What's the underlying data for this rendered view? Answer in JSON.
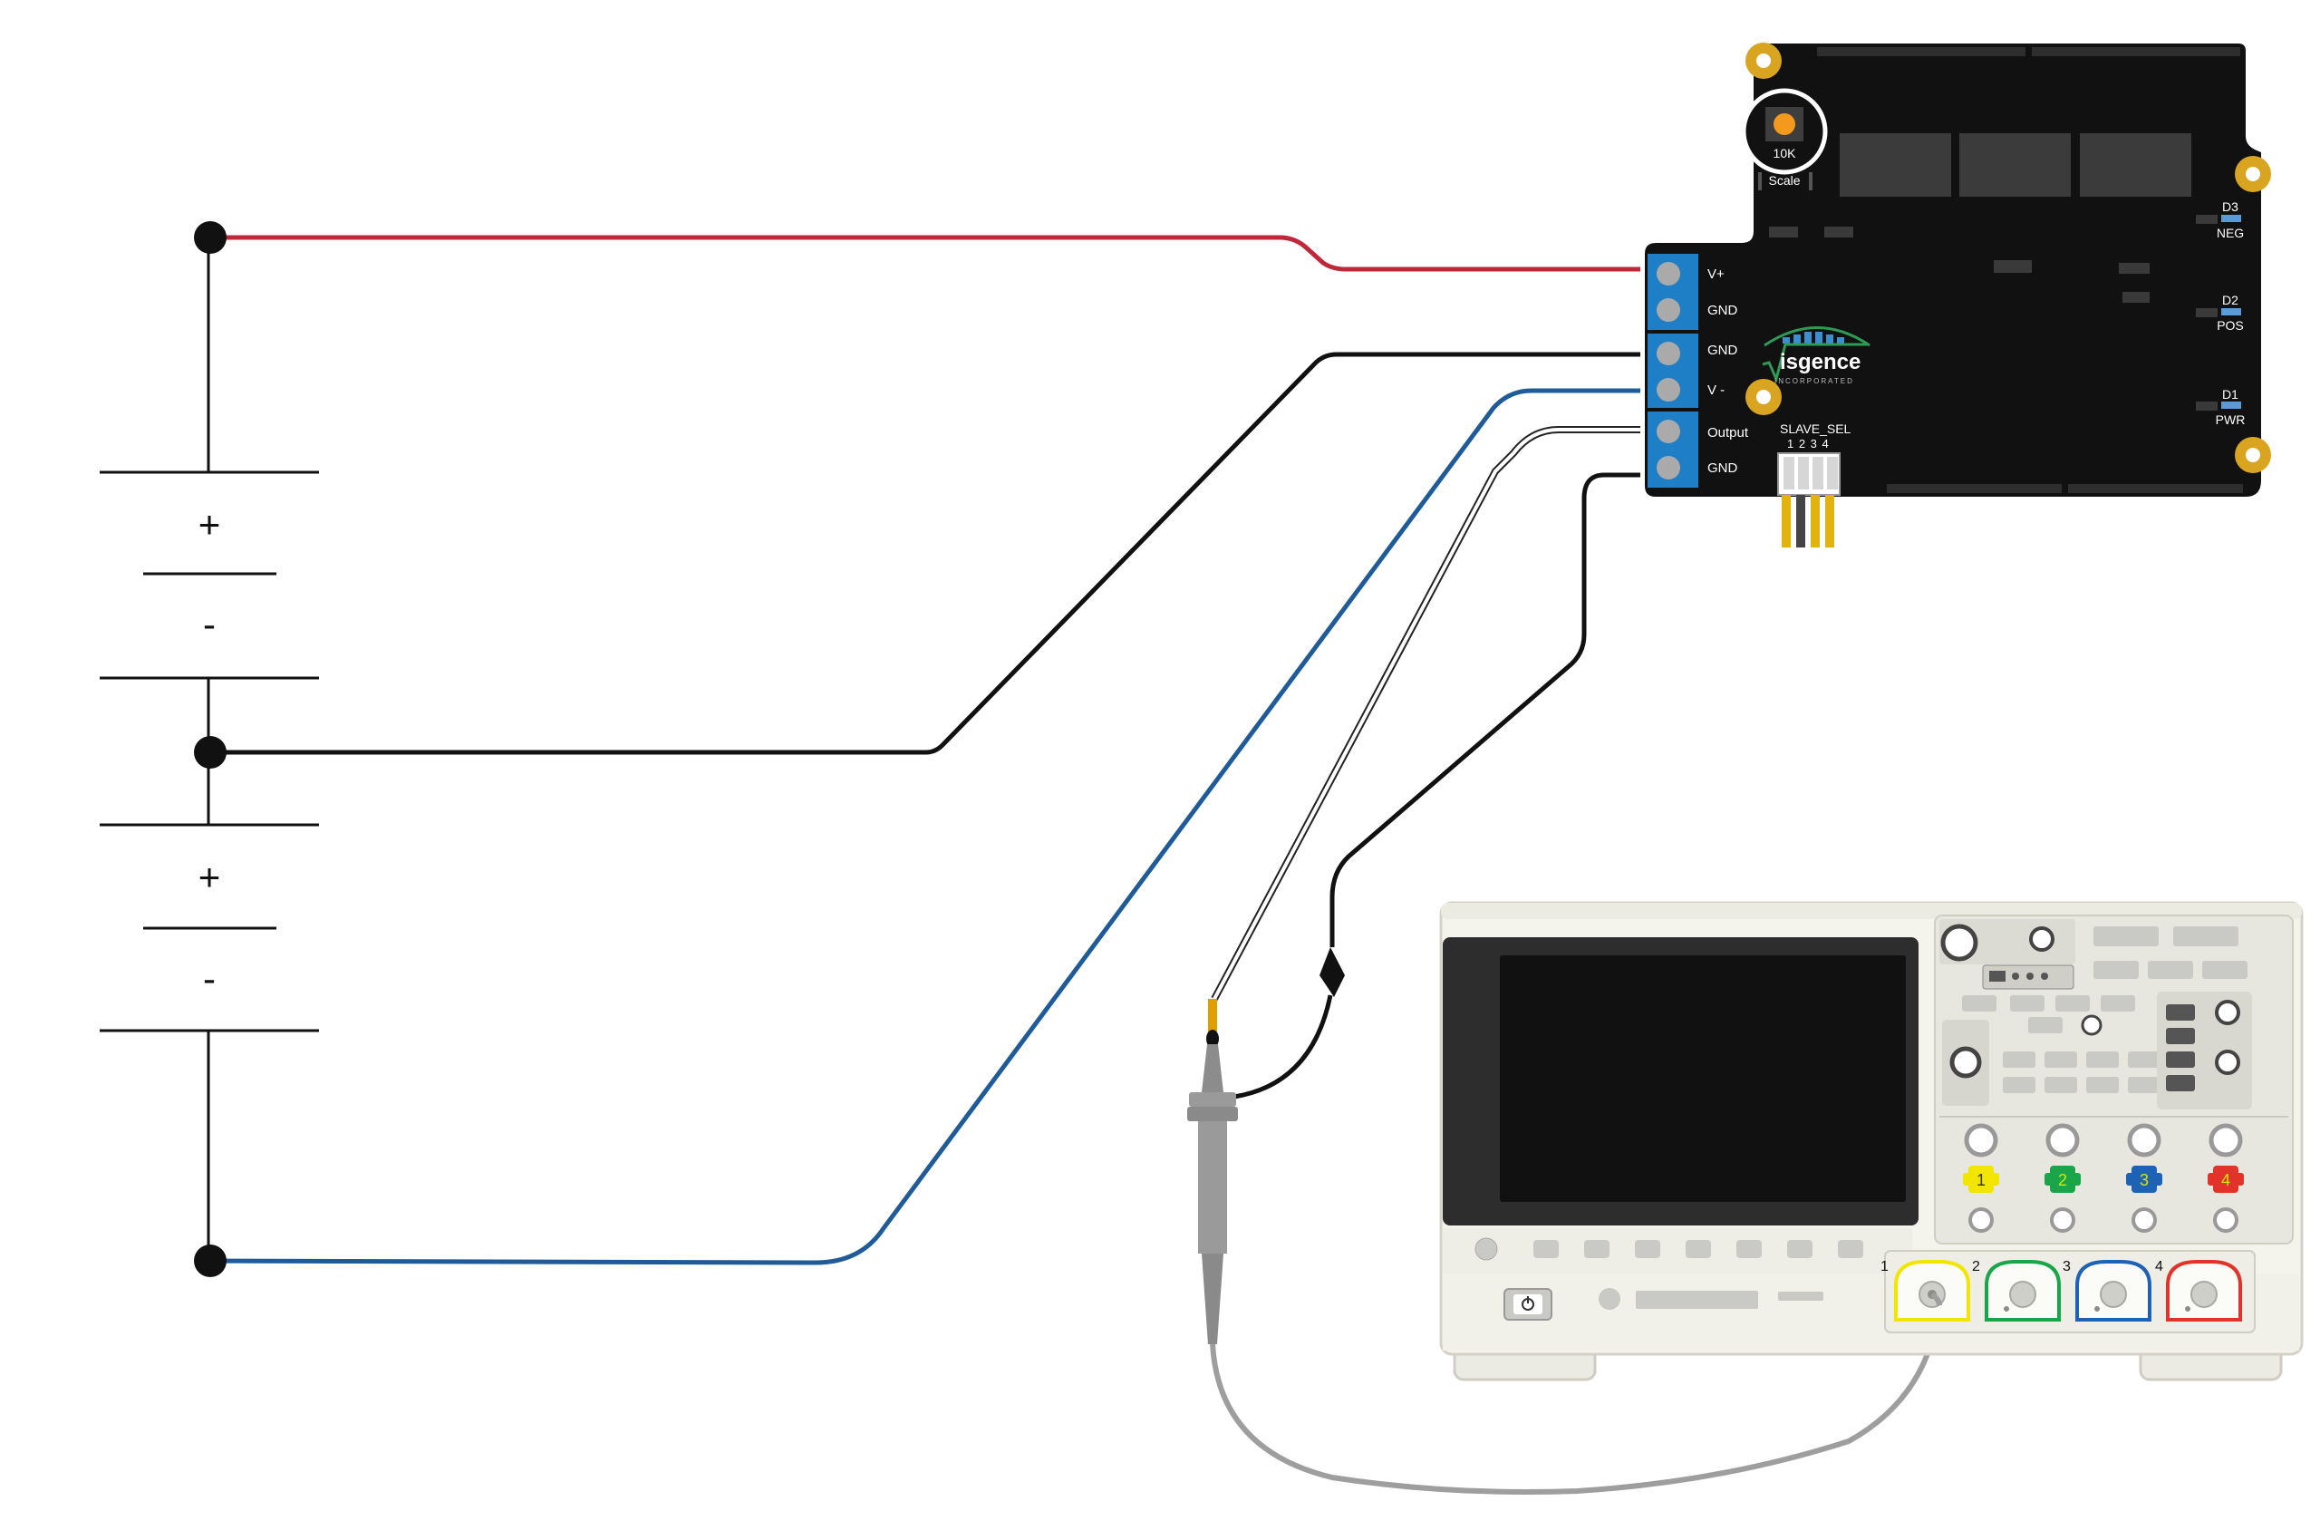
{
  "batteries": {
    "cell1": {
      "plus": "+",
      "minus": "-"
    },
    "cell2": {
      "plus": "+",
      "minus": "-"
    }
  },
  "board": {
    "pot_value": "10K",
    "pot_label": "Scale",
    "logo_text": "isgence",
    "logo_subtext": "INCORPORATED",
    "terminals": [
      "V+",
      "GND",
      "GND",
      "V -",
      "Output",
      "GND"
    ],
    "slave_sel": {
      "label": "SLAVE_SEL",
      "pins": "1 2 3 4"
    },
    "leds": [
      {
        "id": "D3",
        "name": "NEG"
      },
      {
        "id": "D2",
        "name": "POS"
      },
      {
        "id": "D1",
        "name": "PWR"
      }
    ]
  },
  "oscilloscope": {
    "channel_buttons": [
      "1",
      "2",
      "3",
      "4"
    ],
    "input_labels": [
      "1",
      "2",
      "3",
      "4"
    ],
    "power_icon": "power-icon"
  },
  "colors": {
    "wire_red": "#c0283a",
    "wire_black": "#111111",
    "wire_blue": "#1f5b99",
    "board": "#111111",
    "terminal_blue": "#1f7fc6",
    "gold": "#d9a520",
    "ch1": "#f2e600",
    "ch2": "#1aa54a",
    "ch3": "#1d62b4",
    "ch4": "#e2332a"
  }
}
